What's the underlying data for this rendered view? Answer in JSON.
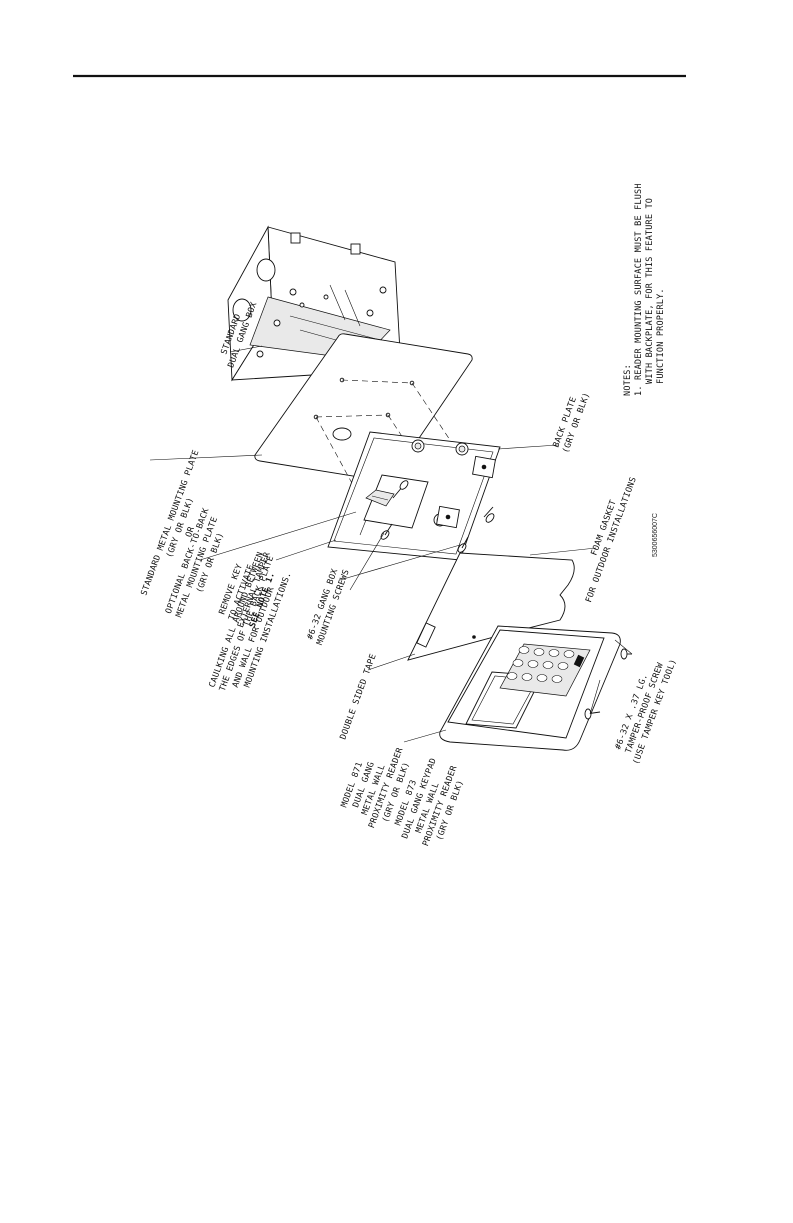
{
  "labels": {
    "gang_box": [
      "STANDARD",
      "DUAL GANG BOX"
    ],
    "mounting_plate": [
      "STANDARD METAL MOUNTING PLATE",
      "(GRY OR BLK)"
    ],
    "back_to_back": [
      "OPTIONAL BACK-TO-BACK",
      "METAL MOUNTING PLATE",
      "(GRY OR BLK)"
    ],
    "or_word": "OR",
    "remove_kit": [
      "REMOVE KEY",
      "TO ACTIVATE",
      "EXTERNAL TAMPER"
    ],
    "see_note": "SEE NOTE 1.",
    "caulking": [
      "CAULKING ALL AROUND BETWEEN",
      "THE EDGES OF THE BACK PLATE",
      "AND WALL FOR OUTDOOR",
      "MOUNTING INSTALLATIONS."
    ],
    "gang_screws": [
      "#6-32 GANG BOX",
      "MOUNTING SCREWS"
    ],
    "double_tape": "DOUBLE SIDED TAPE",
    "model_871": [
      "MODEL 871",
      "DUAL GANG",
      "METAL WALL",
      "PROXIMITY READER",
      "(GRY OR BLK)"
    ],
    "model_873": [
      "MODEL 873",
      "DUAL GANG KEYPAD",
      "METAL WALL",
      "PROXIMITY READER",
      "(GRY OR BLK)"
    ],
    "tamper_screw": [
      "#6-32 X .37 LG.",
      "TAMPER-PROOF SCREW",
      "(USE TAMPER KEY TOOL)"
    ],
    "back_plate": [
      "BACK PLATE",
      "(GRY OR BLK)"
    ],
    "foam_gasket": [
      "FOAM GASKET",
      "FOR OUTDOOR INSTALLATIONS"
    ],
    "notes_title": "NOTES:",
    "notes": [
      "1. READER MOUNTING SURFACE MUST BE FLUSH",
      "WITH BACKPLATE, FOR THIS FEATURE TO",
      "FUNCTION PROPERLY."
    ],
    "doc_number": "5300656007C"
  }
}
